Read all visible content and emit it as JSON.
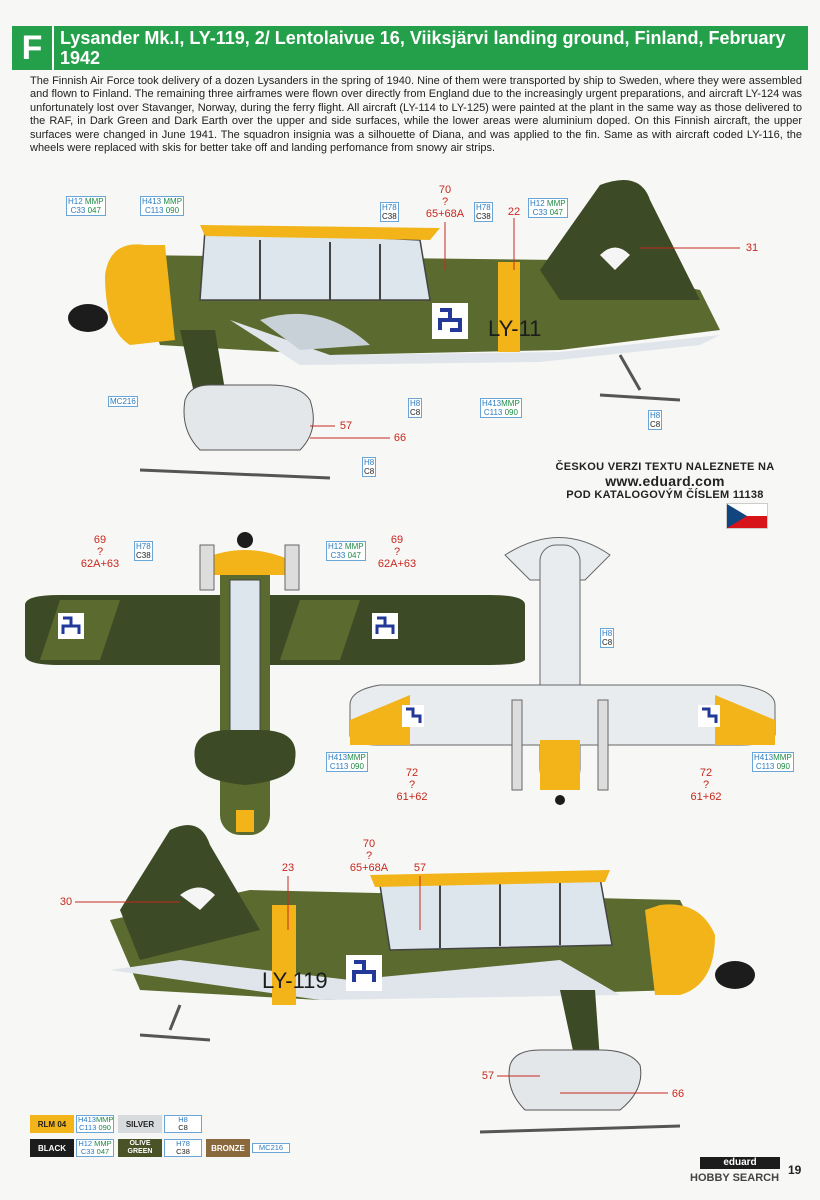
{
  "header": {
    "letter": "F",
    "title": "Lysander Mk.I, LY-119, 2/ Lentolaivue 16, Viiksjärvi landing ground, Finland, February 1942"
  },
  "intro": "The Finnish Air Force took delivery of a dozen Lysanders in the spring of 1940. Nine of them were transported by ship to Sweden, where they were assembled and flown to Finland. The remaining three airframes were flown over directly from England due to the increasingly urgent preparations, and aircraft LY-124 was unfortunately lost over Stavanger, Norway, during the ferry flight. All aircraft (LY-114 to LY-125) were painted at the plant in the same way as those delivered to the RAF, in Dark Green and Dark Earth over the upper and side surfaces, while the lower areas were aluminium doped. On this Finnish aircraft, the upper surfaces were changed in June 1941. The squadron insignia was a silhouette of Diana, and was applied to the fin. Same as with aircraft coded LY-116, the wheels were replaced with skis for better take off and landing perfomance from snowy air strips.",
  "profile_code": "LY-119",
  "codes": {
    "h12": {
      "a": "H12",
      "b": "MMP",
      "c": "C33",
      "d": "047"
    },
    "h413": {
      "a": "H413",
      "b": "MMP",
      "c": "C113",
      "d": "090"
    },
    "h78": {
      "a": "H78",
      "c": "C38"
    },
    "h8": {
      "a": "H8",
      "c": "C8"
    },
    "mc216": {
      "a": "MC216"
    }
  },
  "callouts": {
    "c70": "70",
    "q": "?",
    "c6568": "65+68A",
    "c22": "22",
    "c31": "31",
    "c57": "57",
    "c66": "66",
    "c69": "69",
    "c62": "62A+63",
    "c72": "72",
    "c6162": "61+62",
    "c23": "23",
    "c30": "30"
  },
  "czech": {
    "line1": "ČESKOU VERZI TEXTU NALEZNETE NA",
    "url": "www.eduard.com",
    "line2": "POD KATALOGOVÝM ČÍSLEM 11138"
  },
  "legend": {
    "rlm04": "RLM 04",
    "silver": "SILVER",
    "black": "BLACK",
    "olive": "OLIVE GREEN",
    "bronze": "BRONZE"
  },
  "brand": "eduard",
  "page_number": "19",
  "watermark": "HOBBY SEARCH",
  "colors": {
    "header": "#25a04a",
    "dark_green": "#3d4a26",
    "olive": "#5b6a2e",
    "yellow": "#f2b419",
    "white": "#e8ecef",
    "callout": "#c8281e"
  }
}
